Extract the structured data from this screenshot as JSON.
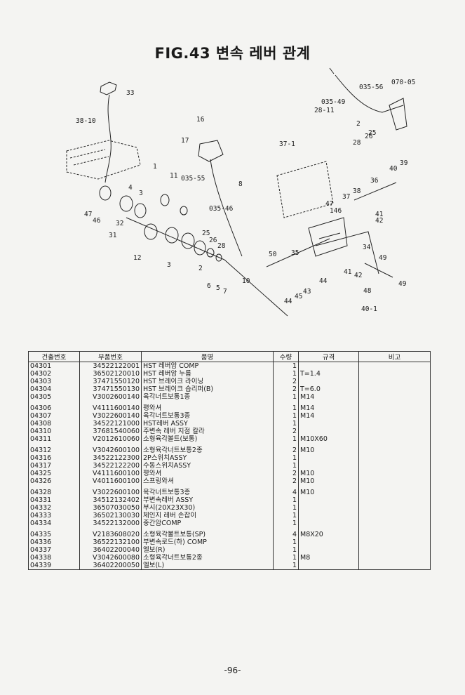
{
  "title": "FIG.43 변속 레버 관계",
  "page_number": "-96-",
  "diagram_labels": [
    "33",
    "38-10",
    "16",
    "17",
    "035-55",
    "8",
    "035-46",
    "1",
    "11",
    "4",
    "3",
    "47",
    "46",
    "32",
    "31",
    "12",
    "25",
    "26",
    "28",
    "2",
    "6",
    "5",
    "7",
    "10",
    "3",
    "035-56",
    "070-05",
    "035-49",
    "28-11",
    "2",
    "28",
    "26",
    "25",
    "37-1",
    "40",
    "39",
    "36",
    "37",
    "38",
    "47",
    "146",
    "41",
    "42",
    "34",
    "35",
    "50",
    "49",
    "44",
    "43",
    "45",
    "41",
    "42",
    "49",
    "48",
    "40-1",
    "44"
  ],
  "table": {
    "headers": [
      "건출번호",
      "부품번호",
      "품명",
      "수량",
      "규격",
      "비고"
    ],
    "rows": [
      {
        "ref": "04301",
        "part": "34522122001",
        "name": "HST 레버암 COMP",
        "qty": "1",
        "spec": "",
        "remark": ""
      },
      {
        "ref": "04302",
        "part": "36502120010",
        "name": "HST 레버암 누름",
        "qty": "1",
        "spec": "T=1.4",
        "remark": ""
      },
      {
        "ref": "04303",
        "part": "37471550120",
        "name": "HST 브레이크 라이닝",
        "qty": "2",
        "spec": "",
        "remark": ""
      },
      {
        "ref": "04304",
        "part": "37471550130",
        "name": "HST 브레이크 습리퍼(B)",
        "qty": "2",
        "spec": "T=6.0",
        "remark": ""
      },
      {
        "ref": "04305",
        "part": "V3002600140",
        "name": "육각너트보통1종",
        "qty": "1",
        "spec": "M14",
        "remark": ""
      },
      {
        "ref": "04306",
        "part": "V4111600140",
        "name": "평와셔",
        "qty": "1",
        "spec": "M14",
        "remark": ""
      },
      {
        "ref": "04307",
        "part": "V3022600140",
        "name": "육각너트보통3종",
        "qty": "1",
        "spec": "M14",
        "remark": ""
      },
      {
        "ref": "04308",
        "part": "34522121000",
        "name": "HST레버 ASSY",
        "qty": "1",
        "spec": "",
        "remark": ""
      },
      {
        "ref": "04310",
        "part": "37681540060",
        "name": "주변속 레버 지점 칼라",
        "qty": "2",
        "spec": "",
        "remark": ""
      },
      {
        "ref": "04311",
        "part": "V2012610060",
        "name": "소형육각볼트(보통)",
        "qty": "1",
        "spec": "M10X60",
        "remark": ""
      },
      {
        "ref": "04312",
        "part": "V3042600100",
        "name": "소형육각너트보통2종",
        "qty": "2",
        "spec": "M10",
        "remark": ""
      },
      {
        "ref": "04316",
        "part": "34522122300",
        "name": "2P스위치ASSY",
        "qty": "1",
        "spec": "",
        "remark": ""
      },
      {
        "ref": "04317",
        "part": "34522122200",
        "name": "수동스위치ASSY",
        "qty": "1",
        "spec": "",
        "remark": ""
      },
      {
        "ref": "04325",
        "part": "V4111600100",
        "name": "평와셔",
        "qty": "2",
        "spec": "M10",
        "remark": ""
      },
      {
        "ref": "04326",
        "part": "V4011600100",
        "name": "스프링와셔",
        "qty": "2",
        "spec": "M10",
        "remark": ""
      },
      {
        "ref": "04328",
        "part": "V3022600100",
        "name": "육각너트보통3종",
        "qty": "4",
        "spec": "M10",
        "remark": ""
      },
      {
        "ref": "04331",
        "part": "34512132402",
        "name": "부변속레버 ASSY",
        "qty": "1",
        "spec": "",
        "remark": ""
      },
      {
        "ref": "04332",
        "part": "36507030050",
        "name": "부시(20X23X30)",
        "qty": "1",
        "spec": "",
        "remark": ""
      },
      {
        "ref": "04333",
        "part": "36502130030",
        "name": "체인지 레버 손잡이",
        "qty": "1",
        "spec": "",
        "remark": ""
      },
      {
        "ref": "04334",
        "part": "34522132000",
        "name": "중간암COMP",
        "qty": "1",
        "spec": "",
        "remark": ""
      },
      {
        "ref": "04335",
        "part": "V2183608020",
        "name": "소형육각볼트보통(SP)",
        "qty": "4",
        "spec": "M8X20",
        "remark": ""
      },
      {
        "ref": "04336",
        "part": "36522132100",
        "name": "부변속로드(하) COMP",
        "qty": "1",
        "spec": "",
        "remark": ""
      },
      {
        "ref": "04337",
        "part": "36402200040",
        "name": "엘보(R)",
        "qty": "1",
        "spec": "",
        "remark": ""
      },
      {
        "ref": "04338",
        "part": "V3042600080",
        "name": "소형육각너트보통2종",
        "qty": "1",
        "spec": "M8",
        "remark": ""
      },
      {
        "ref": "04339",
        "part": "36402200050",
        "name": "엘보(L)",
        "qty": "1",
        "spec": "",
        "remark": ""
      }
    ]
  }
}
